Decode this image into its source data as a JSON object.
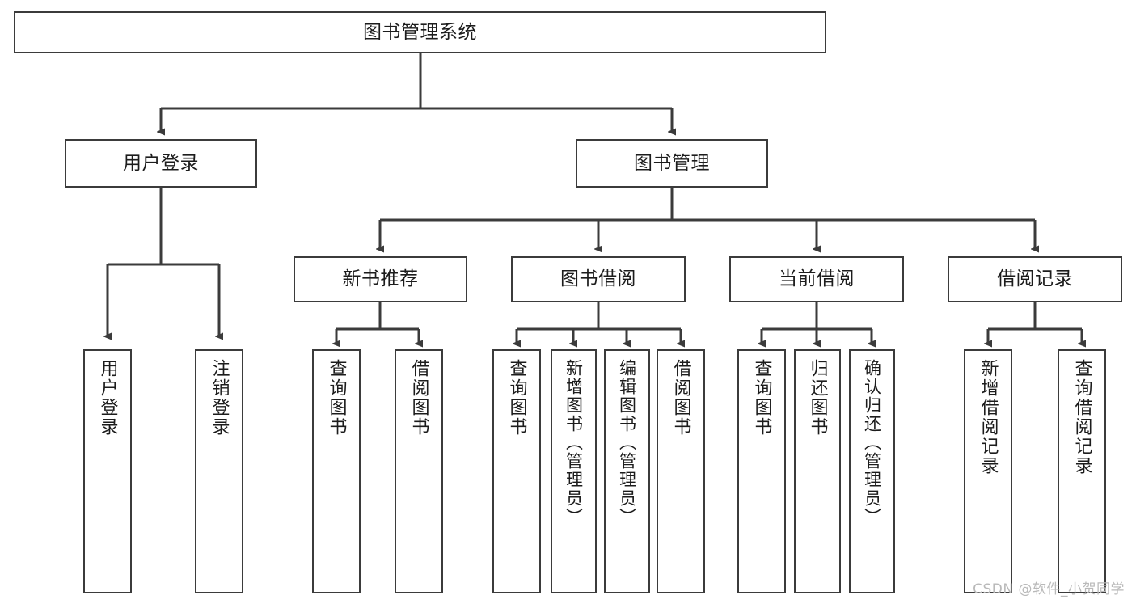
{
  "diagram": {
    "title": "图书管理系统",
    "watermark": "CSDN @软件_小贺同学",
    "stroke_color": "#3b3b3b",
    "background_color": "#ffffff",
    "text_color": "#1c1c1c",
    "watermark_color": "#b9b9b9"
  },
  "nodes": {
    "root": {
      "label": "图书管理系统"
    },
    "level2": [
      {
        "label": "用户登录"
      },
      {
        "label": "图书管理"
      }
    ],
    "level3": [
      {
        "label": "新书推荐"
      },
      {
        "label": "图书借阅"
      },
      {
        "label": "当前借阅"
      },
      {
        "label": "借阅记录"
      }
    ],
    "leaves": {
      "user_login": [
        {
          "label": "用户登录"
        },
        {
          "label": "注销登录"
        }
      ],
      "new_book_recommend": [
        {
          "label": "查询图书"
        },
        {
          "label": "借阅图书"
        }
      ],
      "book_borrow": [
        {
          "label": "查询图书"
        },
        {
          "label": "新增图书（管理员）"
        },
        {
          "label": "编辑图书（管理员）"
        },
        {
          "label": "借阅图书"
        }
      ],
      "current_borrow": [
        {
          "label": "查询图书"
        },
        {
          "label": "归还图书"
        },
        {
          "label": "确认归还（管理员）"
        }
      ],
      "borrow_record": [
        {
          "label": "新增借阅记录"
        },
        {
          "label": "查询借阅记录"
        }
      ]
    }
  },
  "chart_data": {
    "type": "diagram",
    "diagram_kind": "tree",
    "title": "图书管理系统",
    "orientation": "top-down",
    "levels": 4,
    "edges": [
      {
        "from": "图书管理系统",
        "to": "用户登录"
      },
      {
        "from": "图书管理系统",
        "to": "图书管理"
      },
      {
        "from": "用户登录",
        "to": "用户登录(叶)"
      },
      {
        "from": "用户登录",
        "to": "注销登录"
      },
      {
        "from": "图书管理",
        "to": "新书推荐"
      },
      {
        "from": "图书管理",
        "to": "图书借阅"
      },
      {
        "from": "图书管理",
        "to": "当前借阅"
      },
      {
        "from": "图书管理",
        "to": "借阅记录"
      },
      {
        "from": "新书推荐",
        "to": "查询图书"
      },
      {
        "from": "新书推荐",
        "to": "借阅图书"
      },
      {
        "from": "图书借阅",
        "to": "查询图书"
      },
      {
        "from": "图书借阅",
        "to": "新增图书（管理员）"
      },
      {
        "from": "图书借阅",
        "to": "编辑图书（管理员）"
      },
      {
        "from": "图书借阅",
        "to": "借阅图书"
      },
      {
        "from": "当前借阅",
        "to": "查询图书"
      },
      {
        "from": "当前借阅",
        "to": "归还图书"
      },
      {
        "from": "当前借阅",
        "to": "确认归还（管理员）"
      },
      {
        "from": "借阅记录",
        "to": "新增借阅记录"
      },
      {
        "from": "借阅记录",
        "to": "查询借阅记录"
      }
    ]
  }
}
